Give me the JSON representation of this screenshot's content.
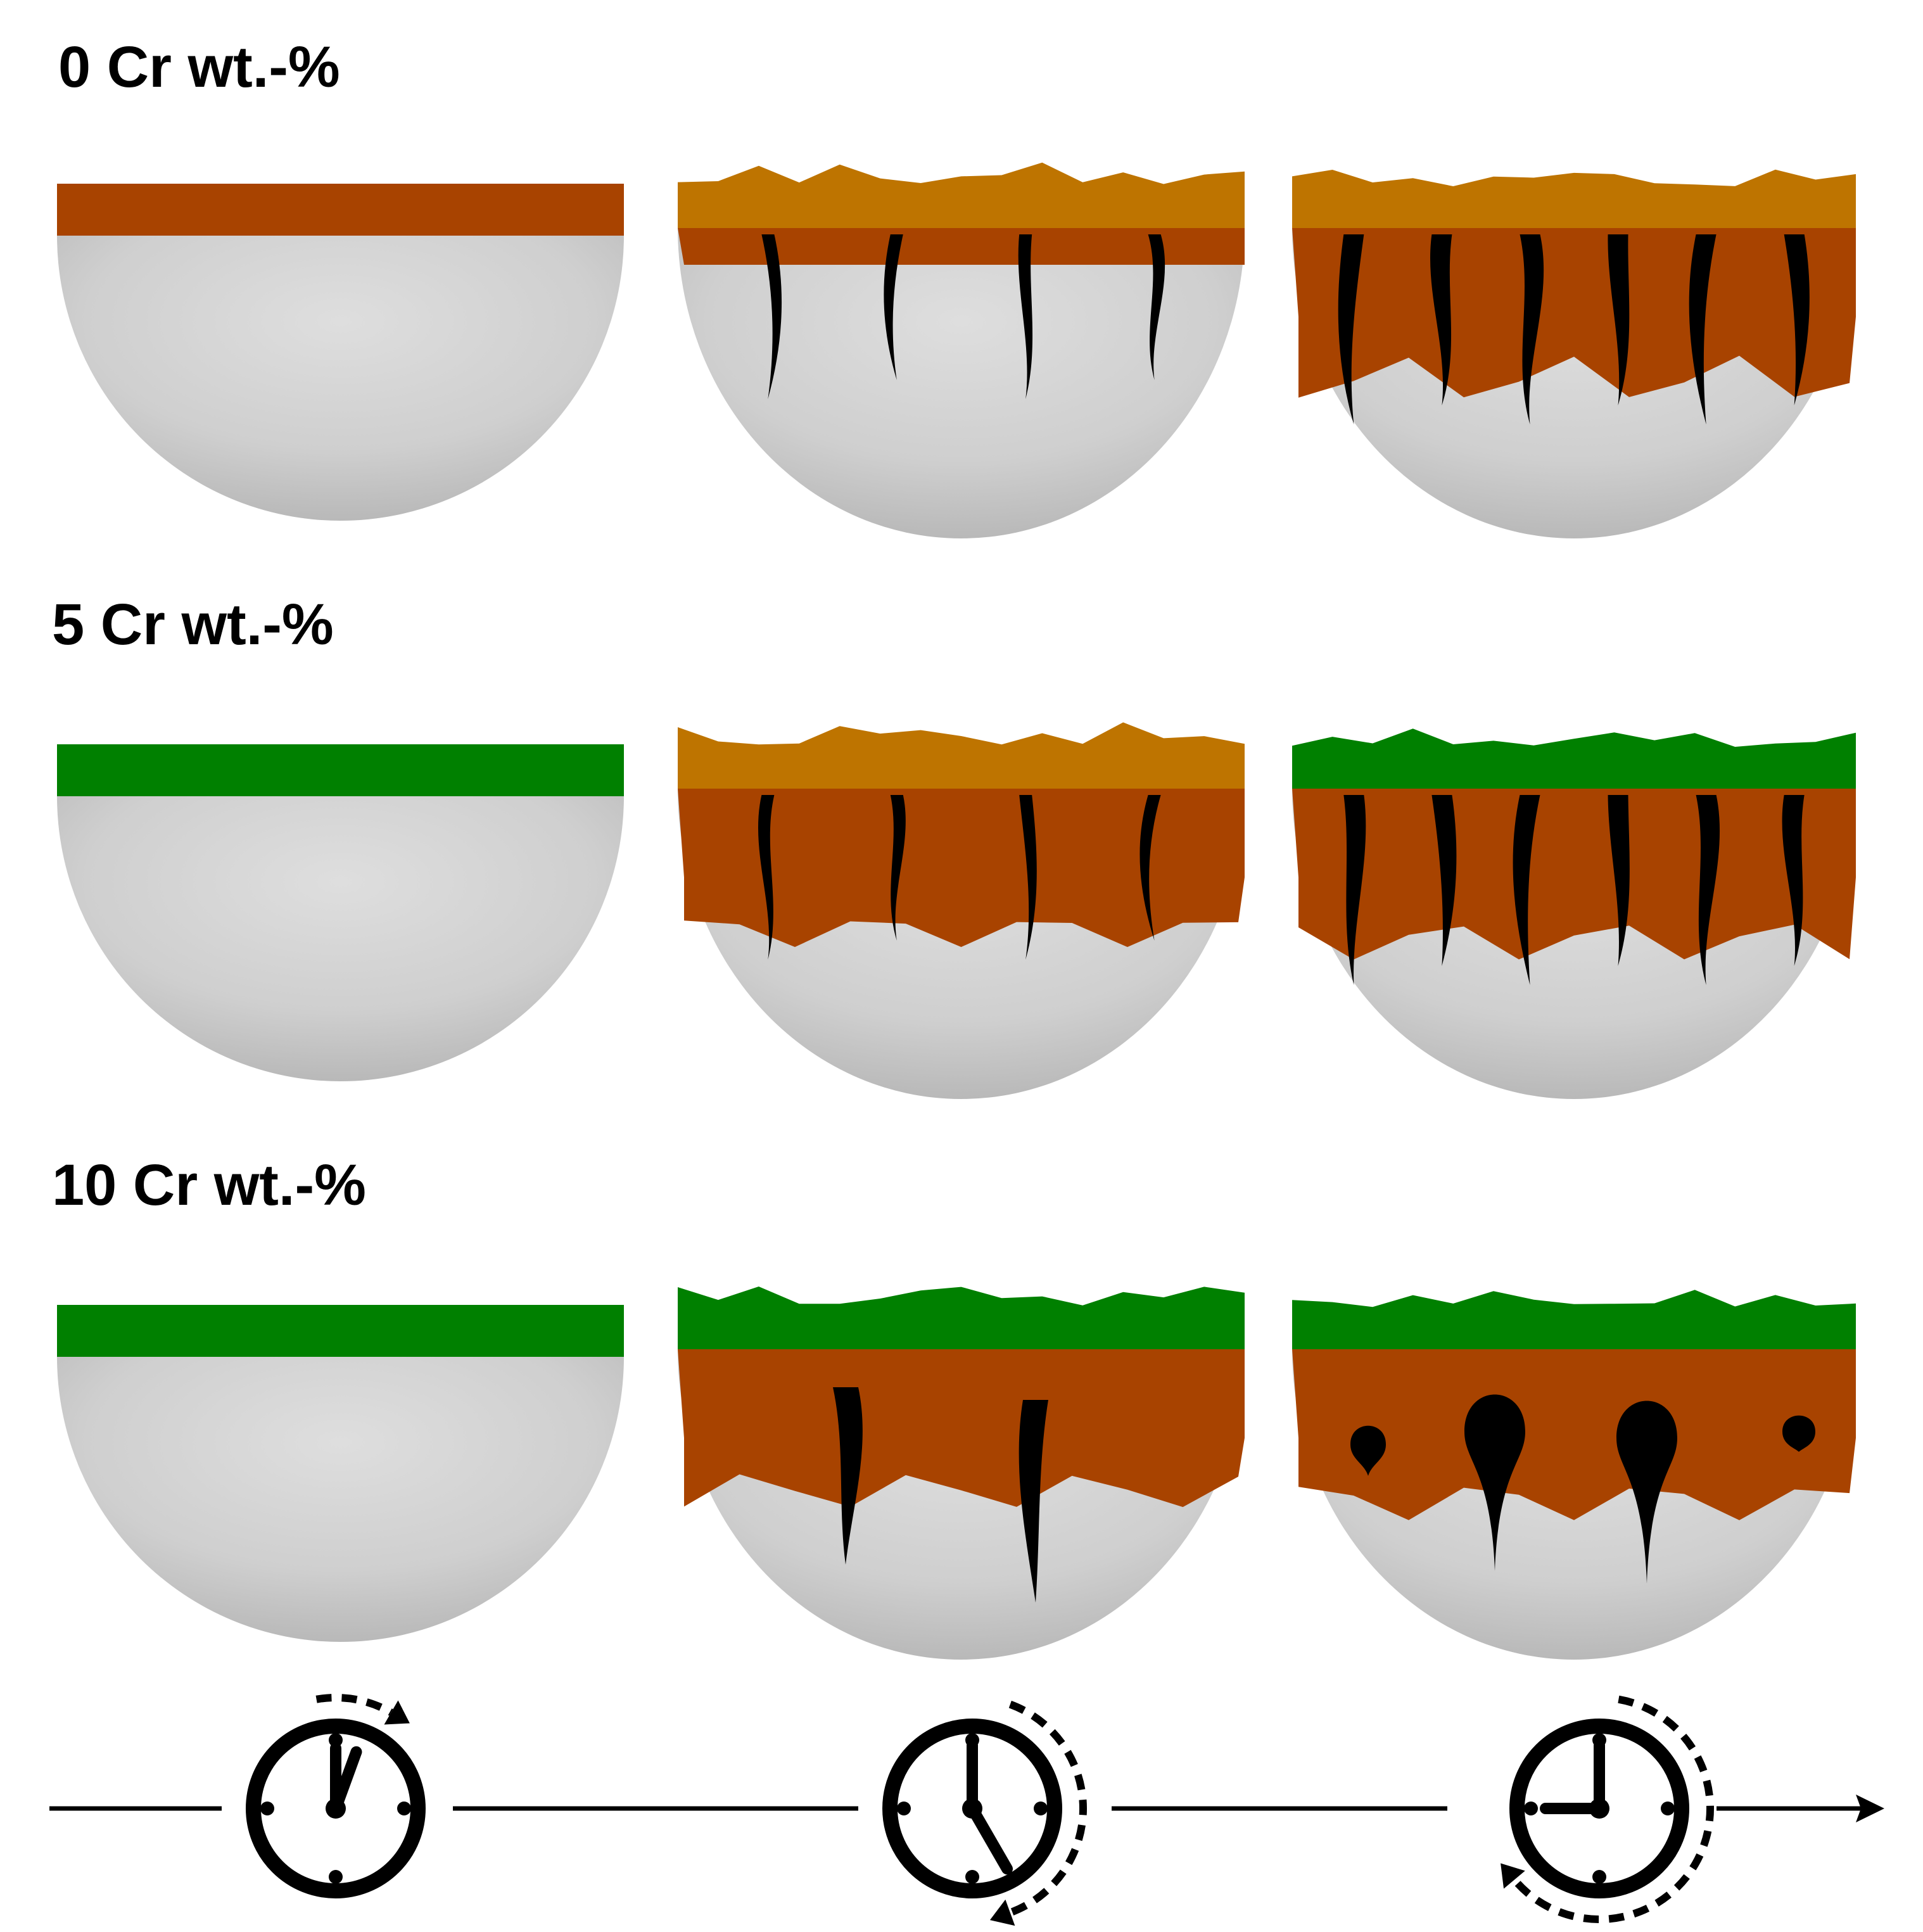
{
  "rows": [
    {
      "label": "0 Cr wt.-%",
      "top_layer_color": "#a84300"
    },
    {
      "label": "5 Cr wt.-%",
      "top_layer_color": "#008000"
    },
    {
      "label": "10 Cr wt.-%",
      "top_layer_color": "#008000"
    }
  ],
  "colors": {
    "metal": "#d0d0d0",
    "inner_oxide": "#a84300",
    "outer_oxide_orange": "#be7400",
    "outer_oxide_green": "#008000",
    "crack": "#000000"
  },
  "timeline": {
    "icons": [
      "stopwatch-start-icon",
      "clock-mid-icon",
      "clock-late-icon"
    ],
    "direction": "left-to-right"
  }
}
